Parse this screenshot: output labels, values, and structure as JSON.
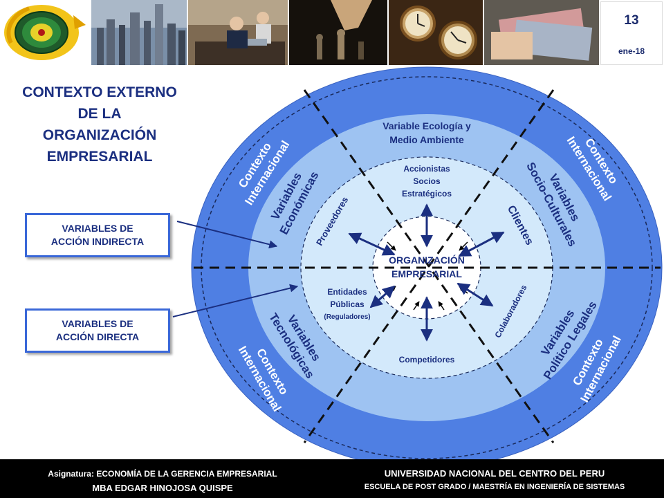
{
  "slide": {
    "number": "13",
    "date": "ene-18"
  },
  "title": [
    "CONTEXTO EXTERNO",
    "DE LA",
    "ORGANIZACIÓN",
    "EMPRESARIAL"
  ],
  "callouts": {
    "indirect": [
      "VARIABLES DE",
      "ACCIÓN INDIRECTA"
    ],
    "direct": [
      "VARIABLES DE",
      "ACCIÓN DIRECTA"
    ]
  },
  "diagram": {
    "outer_ring": {
      "top_left": [
        "Contexto",
        "Internacional"
      ],
      "top_right": [
        "Contexto",
        "Internacional"
      ],
      "bottom_left": [
        "Contexto",
        "Internacional"
      ],
      "bottom_right": [
        "Contexto",
        "Internacional"
      ]
    },
    "middle_ring": {
      "top": [
        "Variable Ecología y",
        "Medio Ambiente"
      ],
      "left_top": [
        "Variables",
        "Económicas"
      ],
      "right_top": [
        "Variables",
        "Socio-Culturales"
      ],
      "left_bottom": [
        "Variables",
        "Tecnológicas"
      ],
      "right_bottom": [
        "Variables",
        "Político Legales"
      ]
    },
    "inner_ring": {
      "top": [
        "Accionistas",
        "Socios",
        "Estratégicos"
      ],
      "left_top": "Proveedores",
      "right_top": "Clientes",
      "left_bottom": [
        "Entidades",
        "Públicas",
        "(Reguladores)"
      ],
      "right_bottom": "Colaboradores",
      "bottom": "Competidores"
    },
    "center": [
      "ORGANIZACIÓN",
      "EMPRESARIAL"
    ]
  },
  "footer": {
    "subject_label": "Asignatura:",
    "subject": "ECONOMÍA DE LA GERENCIA EMPRESARIAL",
    "professor": "MBA EDGAR HINOJOSA QUISPE",
    "university": "UNIVERSIDAD NACIONAL DEL CENTRO DEL PERU",
    "school": "ESCUELA DE POST GRADO / MAESTRÍA EN INGENIERÍA DE SISTEMAS"
  },
  "colors": {
    "outer_ring": "#4f7fe3",
    "middle_ring": "#9ec3f2",
    "inner_ring": "#d3e9fb",
    "center": "#ffffff",
    "text_dark": "#1b2f80",
    "arrow": "#1b2f80"
  },
  "icons": {
    "logo": "university-seal-icon",
    "photos": [
      "city-skyline-photo",
      "business-meeting-photo",
      "chess-photo",
      "clocks-photo",
      "euro-banknotes-photo"
    ]
  }
}
